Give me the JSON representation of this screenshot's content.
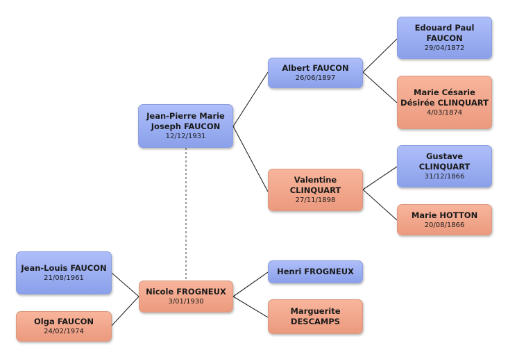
{
  "people": {
    "jean_pierre": {
      "name": "Jean-Pierre Marie Joseph FAUCON",
      "date": "12/12/1931",
      "sex": "male"
    },
    "albert": {
      "name": "Albert FAUCON",
      "date": "26/06/1897",
      "sex": "male"
    },
    "edouard": {
      "name": "Edouard Paul FAUCON",
      "date": "29/04/1872",
      "sex": "male"
    },
    "marie_cesarie": {
      "name": "Marie Césarie Désirée CLINQUART",
      "date": "4/03/1874",
      "sex": "female"
    },
    "valentine": {
      "name": "Valentine CLINQUART",
      "date": "27/11/1898",
      "sex": "female"
    },
    "gustave": {
      "name": "Gustave CLINQUART",
      "date": "31/12/1866",
      "sex": "male"
    },
    "marie_hotton": {
      "name": "Marie HOTTON",
      "date": "20/08/1866",
      "sex": "female"
    },
    "jean_louis": {
      "name": "Jean-Louis FAUCON",
      "date": "21/08/1961",
      "sex": "male"
    },
    "olga": {
      "name": "Olga FAUCON",
      "date": "24/02/1974",
      "sex": "female"
    },
    "nicole": {
      "name": "Nicole FROGNEUX",
      "date": "3/01/1930",
      "sex": "female"
    },
    "henri": {
      "name": "Henri FROGNEUX",
      "date": "",
      "sex": "male"
    },
    "marguerite": {
      "name": "Marguerite DESCAMPS",
      "date": "",
      "sex": "female"
    }
  },
  "colors": {
    "male": "#9aaef3",
    "female": "#f2a78b",
    "line": "#222222",
    "spouse_line": "#555555"
  }
}
